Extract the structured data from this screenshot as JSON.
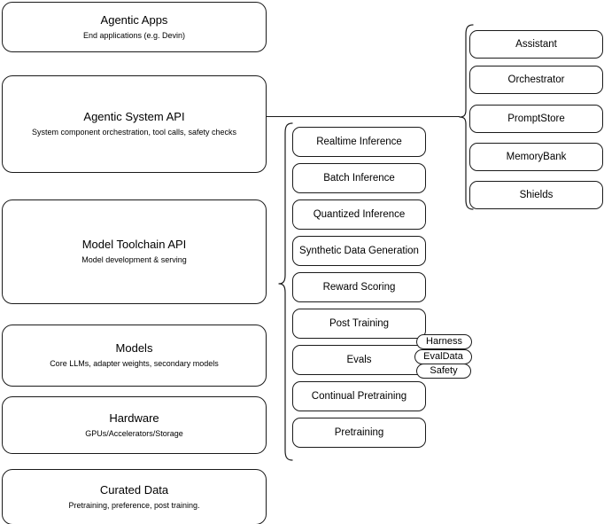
{
  "diagram": {
    "title": "LLM stack layer architecture diagram",
    "stroke_color": "#1a1a1a",
    "background_color": "#ffffff",
    "text_color": "#000000"
  },
  "stack_layers": [
    {
      "title": "Agentic Apps",
      "subtitle": "End applications (e.g. Devin)"
    },
    {
      "title": "Agentic System API",
      "subtitle": "System component orchestration, tool calls, safety checks"
    },
    {
      "title": "Model Toolchain API",
      "subtitle": "Model development & serving"
    },
    {
      "title": "Models",
      "subtitle": "Core LLMs, adapter weights, secondary models"
    },
    {
      "title": "Hardware",
      "subtitle": "GPUs/Accelerators/Storage"
    },
    {
      "title": "Curated Data",
      "subtitle": "Pretraining, preference, post training."
    }
  ],
  "toolchain_capabilities": [
    {
      "label": "Realtime Inference"
    },
    {
      "label": "Batch Inference"
    },
    {
      "label": "Quantized Inference"
    },
    {
      "label": "Synthetic Data Generation"
    },
    {
      "label": "Reward Scoring"
    },
    {
      "label": "Post Training"
    },
    {
      "label": "Evals"
    },
    {
      "label": "Continual Pretraining"
    },
    {
      "label": "Pretraining"
    }
  ],
  "evals_badges": [
    {
      "label": "Harness"
    },
    {
      "label": "EvalData"
    },
    {
      "label": "Safety"
    }
  ],
  "agentic_components": [
    {
      "label": "Assistant"
    },
    {
      "label": "Orchestrator"
    },
    {
      "label": "PromptStore"
    },
    {
      "label": "MemoryBank"
    },
    {
      "label": "Shields"
    }
  ]
}
